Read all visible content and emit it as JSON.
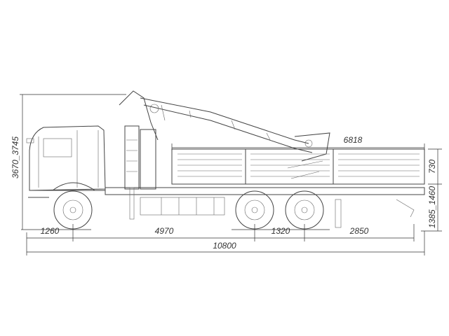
{
  "drawing": {
    "subject": "truck-with-crane-side-view",
    "line_color": "#444444",
    "dimensions": {
      "front_overhang": "1260",
      "wheelbase_front": "4970",
      "bogie": "1320",
      "rear_overhang": "2850",
      "overall_length": "10800",
      "body_length": "6818",
      "side_height": "730",
      "platform_height": "1385_1460",
      "overall_height": "3670_3745"
    }
  }
}
